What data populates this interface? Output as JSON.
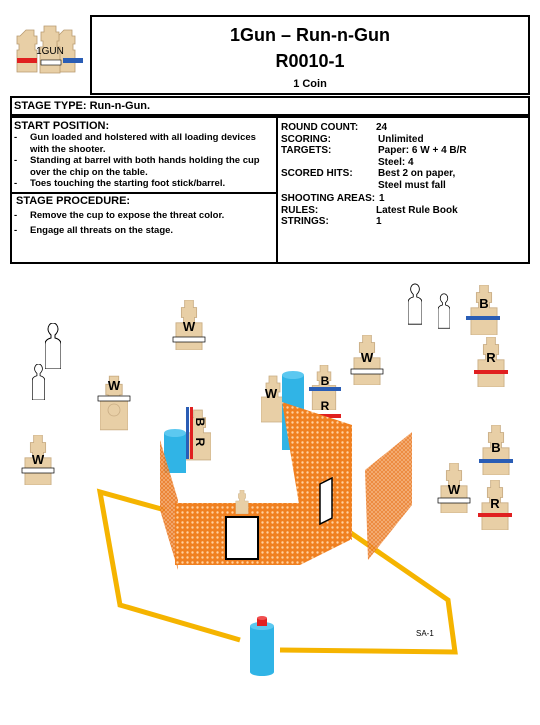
{
  "header": {
    "logo_text": "1GUN",
    "title": "1Gun – Run-n-Gun",
    "code": "R0010-1",
    "coin": "1 Coin"
  },
  "stage_type": "STAGE TYPE: Run-n-Gun.",
  "start_position": {
    "heading": "START POSITION:",
    "items": [
      "Gun loaded and holstered with all loading devices with the shooter.",
      "Standing at barrel with both hands holding the cup over the chip on the table.",
      "Toes touching the starting foot stick/barrel."
    ]
  },
  "stage_procedure": {
    "heading": "STAGE PROCEDURE:",
    "items": [
      "Remove the cup to expose the threat color.",
      "Engage all threats on the stage."
    ]
  },
  "info": {
    "round_count_label": "ROUND COUNT:",
    "round_count_value": "24",
    "scoring_label": "SCORING:",
    "scoring_value": "Unlimited",
    "targets_label": "TARGETS:",
    "targets_value_1": "Paper: 6 W + 4 B/R",
    "targets_value_2": "Steel: 4",
    "scored_hits_label": "SCORED HITS:",
    "scored_hits_value_1": "Best 2 on paper,",
    "scored_hits_value_2": "Steel must fall",
    "shooting_areas_label": "SHOOTING AREAS:",
    "shooting_areas_value": "1",
    "rules_label": "RULES:",
    "rules_value": "Latest Rule Book",
    "strings_label": "STRINGS:",
    "strings_value": "1"
  },
  "diagram": {
    "target_letters": {
      "w": "W",
      "b": "B",
      "r": "R"
    },
    "area_label": "SA-1",
    "colors": {
      "target_tan": "#e8cfa6",
      "barrier_orange": "#f08020",
      "fault_line": "#f5b400",
      "barrel_blue": "#30b4e6",
      "barrel_red": "#e02020",
      "stripe_blue": "#2a5db5",
      "stripe_red": "#e02020"
    }
  }
}
